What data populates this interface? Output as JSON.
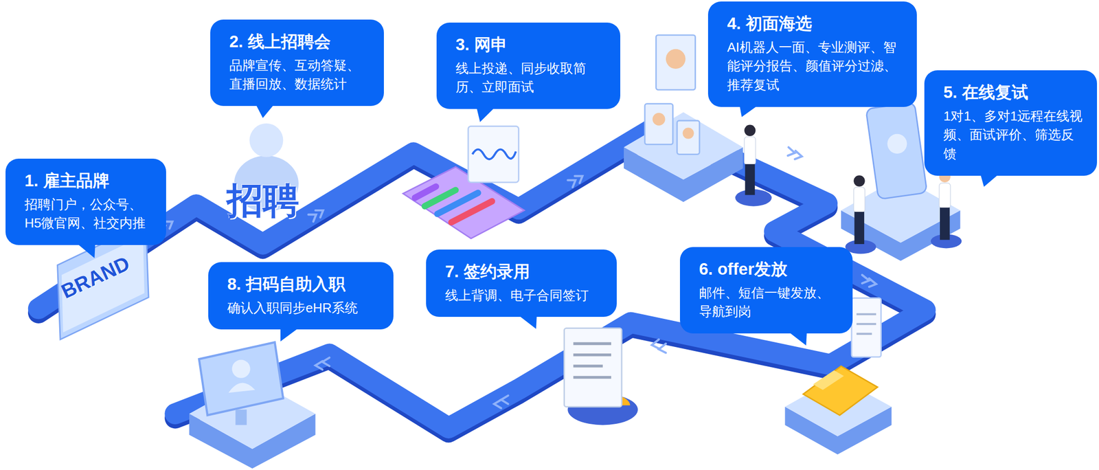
{
  "diagram": {
    "nodes": [
      {
        "text": [
          "1. 雇主品牌",
          "招聘门户，公众号、H5微官网、社交内推"
        ]
      },
      {
        "text": [
          "2. 线上招聘会",
          "品牌宣传、互动答疑、直播回放、数据统计"
        ]
      },
      {
        "text": [
          "3. 网申",
          "线上投递、同步收取简历、立即面试"
        ]
      },
      {
        "text": [
          "4. 初面海选",
          "AI机器人一面、专业测评、智能评分报告、颜值评分过滤、推荐复试"
        ]
      },
      {
        "text": [
          "5. 在线复试",
          "1对1、多对1远程在线视频、面试评价、筛选反馈"
        ]
      },
      {
        "text": [
          "6. offer发放",
          "邮件、短信一键发放、导航到岗"
        ]
      },
      {
        "text": [
          "7. 签约录用",
          "线上背调、电子合同签订"
        ]
      },
      {
        "text": [
          "8. 扫码自助入职",
          "确认入职同步eHR系统"
        ]
      }
    ],
    "labels": [
      "招聘",
      "BRAND"
    ]
  }
}
